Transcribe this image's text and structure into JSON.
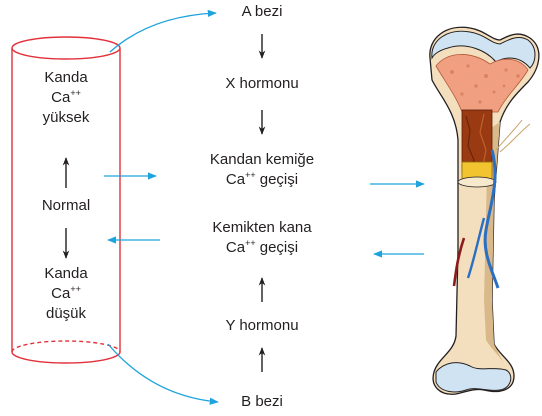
{
  "cylinder": {
    "top_label": [
      "Kanda",
      "Ca",
      "yüksek"
    ],
    "normal_label": "Normal",
    "bottom_label": [
      "Kanda",
      "Ca",
      "düşük"
    ],
    "charge": "++"
  },
  "flow": {
    "gland_a": "A bezi",
    "hormone_x": "X hormonu",
    "blood_to_bone": [
      "Kandan kemiğe",
      "Ca",
      " geçişi"
    ],
    "bone_to_blood": [
      "Kemikten kana",
      "Ca",
      " geçişi"
    ],
    "hormone_y": "Y hormonu",
    "gland_b": "B bezi",
    "charge": "++"
  },
  "colors": {
    "cylinder_stroke": "#e2313b",
    "arrow_blue": "#1fa3dd",
    "text": "#231f20",
    "bone_outer": "#f3dfbd",
    "bone_shadow": "#d9b98a",
    "spongy": "#f0a080",
    "marrow": "#9a3a12",
    "cartilage": "#cfe3f2"
  }
}
